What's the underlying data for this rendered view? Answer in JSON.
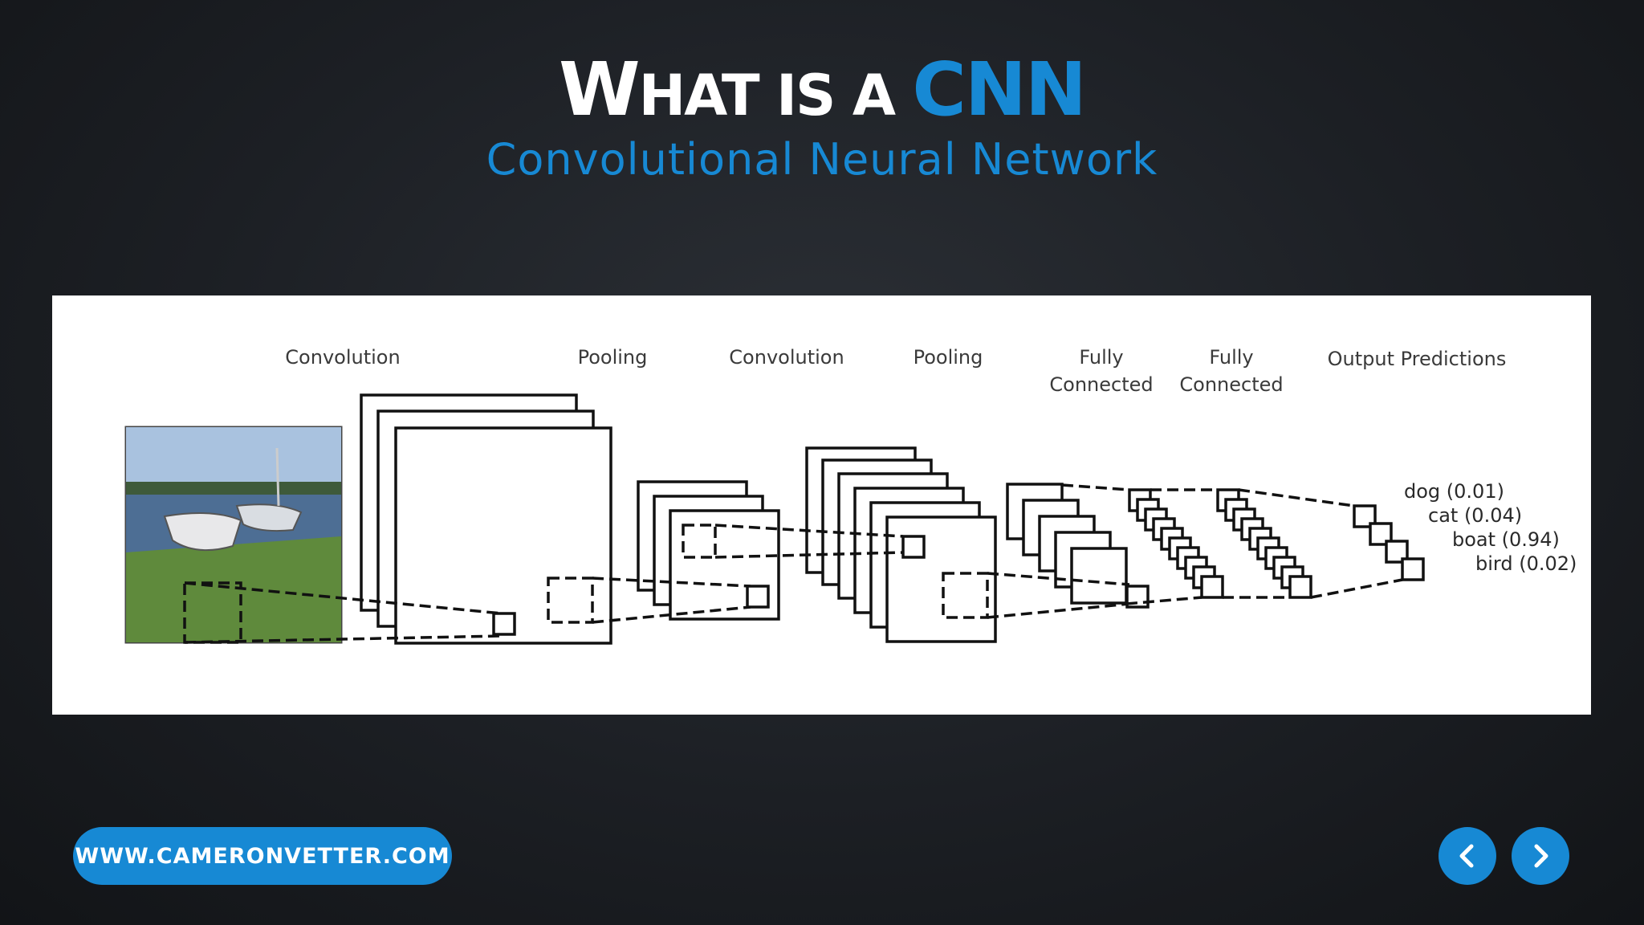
{
  "slide": {
    "title_prefix_W": "W",
    "title_prefix_rest": "HAT IS A ",
    "title_accent": "CNN",
    "subtitle": "Convolutional Neural Network"
  },
  "diagram": {
    "stage_labels": [
      "Convolution",
      "Pooling",
      "Convolution",
      "Pooling",
      "Fully",
      "Connected",
      "Fully",
      "Connected",
      "Output Predictions"
    ],
    "predictions": [
      "dog (0.01)",
      "cat (0.04)",
      "boat (0.94)",
      "bird (0.02)"
    ],
    "input_image": "boat-photo"
  },
  "footer": {
    "website": "WWW.CAMERONVETTER.COM",
    "prev_icon": "chevron-left-icon",
    "next_icon": "chevron-right-icon"
  },
  "colors": {
    "accent": "#1789d4",
    "background": "#1c1f24"
  }
}
